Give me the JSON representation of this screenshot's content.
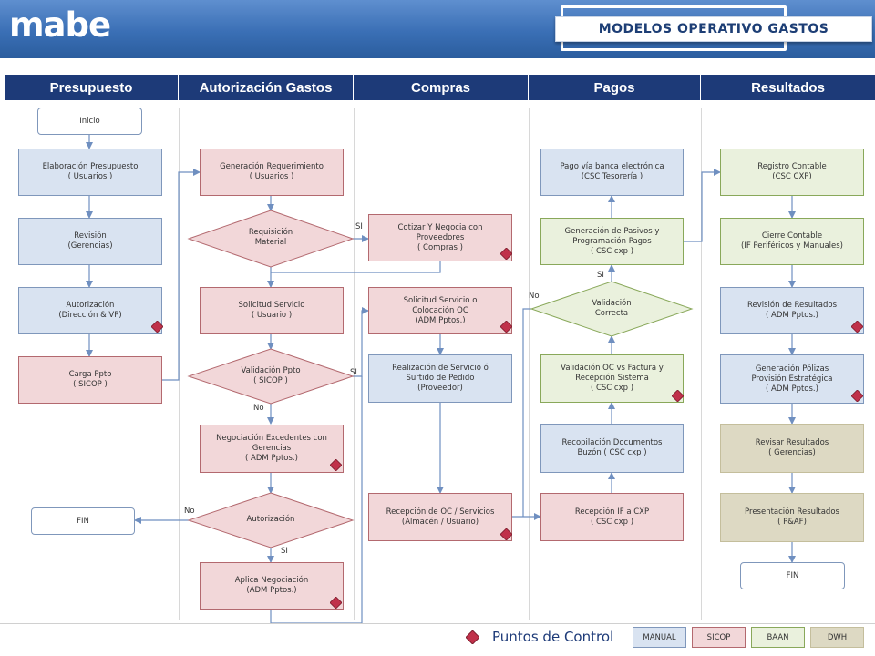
{
  "header": {
    "logo": "mabe",
    "title": "MODELOS OPERATIVO GASTOS"
  },
  "lanes": [
    "Presupuesto",
    "Autorización Gastos",
    "Compras",
    "Pagos",
    "Resultados"
  ],
  "nodes": [
    {
      "id": "inicio",
      "text": "Inicio",
      "style": "white"
    },
    {
      "id": "elaboracion",
      "text": "Elaboración Presupuesto\n( Usuarios )",
      "style": "blue"
    },
    {
      "id": "revision",
      "text": "Revisión\n(Gerencias)",
      "style": "blue"
    },
    {
      "id": "autorizacion-p",
      "text": "Autorización\n(Dirección & VP)",
      "style": "blue",
      "control": true
    },
    {
      "id": "carga-ppto",
      "text": "Carga Ppto\n( SICOP )",
      "style": "red"
    },
    {
      "id": "fin-1",
      "text": "FIN",
      "style": "white"
    },
    {
      "id": "gen-req",
      "text": "Generación Requerimiento\n( Usuarios )",
      "style": "red"
    },
    {
      "id": "requisicion",
      "text": "Requisición\nMaterial",
      "style": "red",
      "shape": "diamond"
    },
    {
      "id": "sol-servicio",
      "text": "Solicitud Servicio\n( Usuario )",
      "style": "red"
    },
    {
      "id": "val-ppto",
      "text": "Validación Ppto\n( SICOP )",
      "style": "red",
      "shape": "diamond"
    },
    {
      "id": "negociacion",
      "text": "Negociación Excedentes con\nGerencias\n( ADM Pptos.)",
      "style": "red",
      "control": true
    },
    {
      "id": "autorizacion-g",
      "text": "Autorización",
      "style": "red",
      "shape": "diamond"
    },
    {
      "id": "aplica-neg",
      "text": "Aplica Negociación\n(ADM Pptos.)",
      "style": "red",
      "control": true
    },
    {
      "id": "cotizar",
      "text": "Cotizar Y Negocia con\nProveedores\n( Compras )",
      "style": "red",
      "control": true
    },
    {
      "id": "sol-servicio-oc",
      "text": "Solicitud Servicio o\nColocación OC\n(ADM Pptos.)",
      "style": "red",
      "control": true
    },
    {
      "id": "realizacion",
      "text": "Realización de Servicio ó\nSurtido de Pedido\n(Proveedor)",
      "style": "blue"
    },
    {
      "id": "recepcion-oc",
      "text": "Recepción de OC / Servicios\n(Almacén / Usuario)",
      "style": "red",
      "control": true
    },
    {
      "id": "pago-banca",
      "text": "Pago vía banca electrónica\n(CSC Tesorería )",
      "style": "blue"
    },
    {
      "id": "gen-pasivos",
      "text": "Generación de Pasivos y\nProgramación Pagos\n( CSC cxp )",
      "style": "green"
    },
    {
      "id": "val-correcta",
      "text": "Validación\nCorrecta",
      "style": "green",
      "shape": "diamond"
    },
    {
      "id": "val-oc-factura",
      "text": "Validación OC vs Factura  y\nRecepción Sistema\n( CSC cxp )",
      "style": "green",
      "control": true
    },
    {
      "id": "recopilacion",
      "text": "Recopilación Documentos\nBuzón ( CSC cxp )",
      "style": "blue"
    },
    {
      "id": "recepcion-if",
      "text": "Recepción IF a CXP\n( CSC cxp )",
      "style": "red"
    },
    {
      "id": "registro-contable",
      "text": "Registro Contable\n(CSC CXP)",
      "style": "green"
    },
    {
      "id": "cierre-contable",
      "text": "Cierre Contable\n(IF  Periféricos y Manuales)",
      "style": "green"
    },
    {
      "id": "revision-resultados",
      "text": "Revisión de Resultados\n( ADM Pptos.)",
      "style": "blue",
      "control": true
    },
    {
      "id": "gen-polizas",
      "text": "Generación Pólizas\nProvisión Estratégica\n( ADM Pptos.)",
      "style": "blue",
      "control": true
    },
    {
      "id": "revisar-resultados",
      "text": "Revisar Resultados\n( Gerencias)",
      "style": "tan"
    },
    {
      "id": "presentacion",
      "text": "Presentación Resultados\n( P&AF)",
      "style": "tan"
    },
    {
      "id": "fin-2",
      "text": "FIN",
      "style": "white"
    }
  ],
  "edge_labels": {
    "si_1": "SI",
    "si_2": "SI",
    "no_1": "No",
    "no_2": "No",
    "si_3": "SI",
    "si_4": "SI",
    "no_3": "No"
  },
  "legend": {
    "label": "Puntos de Control",
    "systems": [
      {
        "name": "MANUAL",
        "color": "#d9e3f1"
      },
      {
        "name": "SICOP",
        "color": "#f2d7d9"
      },
      {
        "name": "BAAN",
        "color": "#eaf1dd"
      },
      {
        "name": "DWH",
        "color": "#ddd9c3"
      }
    ]
  },
  "colors": {
    "header_blue": "#3a6fb5",
    "lane_header": "#1d3a78",
    "control_point": "#c0314a"
  }
}
